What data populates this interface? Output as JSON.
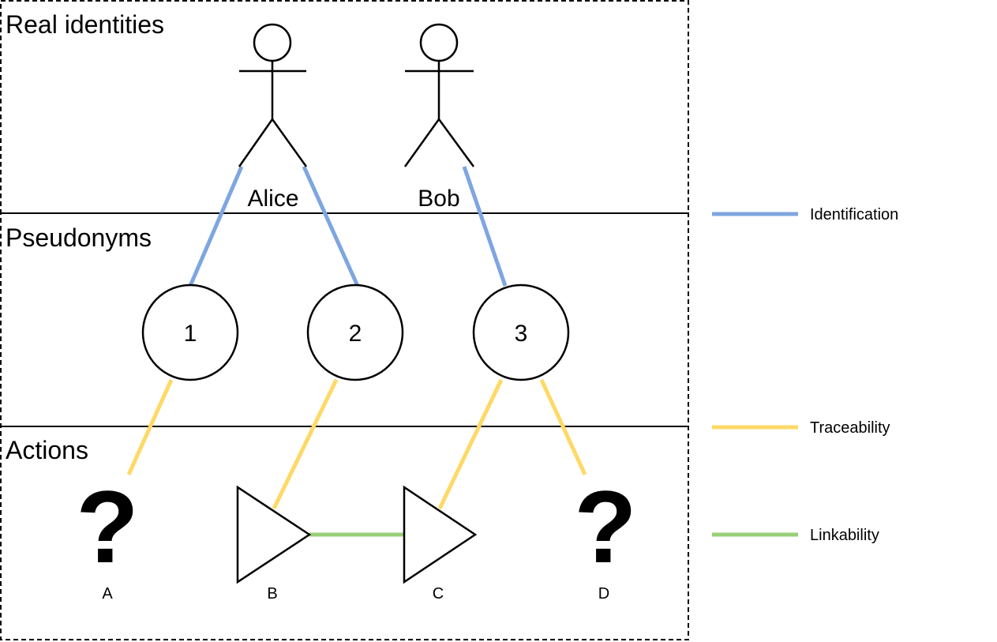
{
  "sections": {
    "real_identities": "Real identities",
    "pseudonyms": "Pseudonyms",
    "actions": "Actions"
  },
  "actors": [
    {
      "name": "Alice"
    },
    {
      "name": "Bob"
    }
  ],
  "pseudonyms": [
    {
      "label": "1"
    },
    {
      "label": "2"
    },
    {
      "label": "3"
    }
  ],
  "actions": [
    {
      "label": "A",
      "shape": "question-mark",
      "glyph": "?"
    },
    {
      "label": "B",
      "shape": "triangle"
    },
    {
      "label": "C",
      "shape": "triangle"
    },
    {
      "label": "D",
      "shape": "question-mark",
      "glyph": "?"
    }
  ],
  "legend": {
    "identification": {
      "label": "Identification",
      "color": "#7EA6E0"
    },
    "traceability": {
      "label": "Traceability",
      "color": "#FFD966"
    },
    "linkability": {
      "label": "Linkability",
      "color": "#97D077"
    }
  }
}
